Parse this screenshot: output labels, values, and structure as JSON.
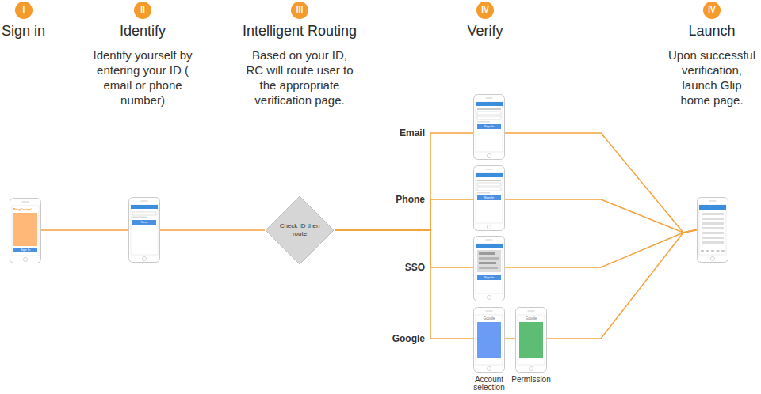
{
  "diagram": {
    "nodes": [
      {
        "text": [
          "RingCentral",
          "Sign In"
        ]
      },
      {
        "text": [
          "Next"
        ]
      },
      {
        "text": [
          "Check ID then route"
        ]
      },
      {
        "text": [
          "Sign In"
        ]
      },
      {
        "text": [
          "Sign In"
        ]
      },
      {
        "text": [
          "Sign In"
        ]
      },
      {
        "text": [
          "Google",
          "Account selection"
        ]
      },
      {
        "text": [
          "Google",
          "Permission"
        ]
      },
      {
        "text": []
      }
    ],
    "edges": [
      {
        "from": 0,
        "to": 1,
        "arrow": "none"
      },
      {
        "from": 1,
        "to": 2,
        "arrow": "none"
      },
      {
        "from": 2,
        "to": 3,
        "label": "Email",
        "arrow": "none"
      },
      {
        "from": 2,
        "to": 4,
        "label": "Phone",
        "arrow": "none"
      },
      {
        "from": 2,
        "to": 5,
        "label": "SSO",
        "arrow": "none"
      },
      {
        "from": 2,
        "to": 6,
        "label": "Google",
        "arrow": "none"
      },
      {
        "from": 6,
        "to": 7,
        "arrow": "none"
      },
      {
        "from": 3,
        "to": 8,
        "arrow": "none"
      },
      {
        "from": 4,
        "to": 8,
        "arrow": "none"
      },
      {
        "from": 5,
        "to": 8,
        "arrow": "none"
      },
      {
        "from": 7,
        "to": 8,
        "arrow": "none"
      }
    ],
    "labels": [
      "I",
      "Sign in",
      "II",
      "Identify",
      "Identify yourself by entering your ID ( email or phone number)",
      "III",
      "Intelligent Routing",
      "Based on your ID, RC will route user to the appropriate verification page.",
      "IV",
      "Verify",
      "IV",
      "Launch",
      "Upon successful verification, launch Glip home page."
    ]
  }
}
